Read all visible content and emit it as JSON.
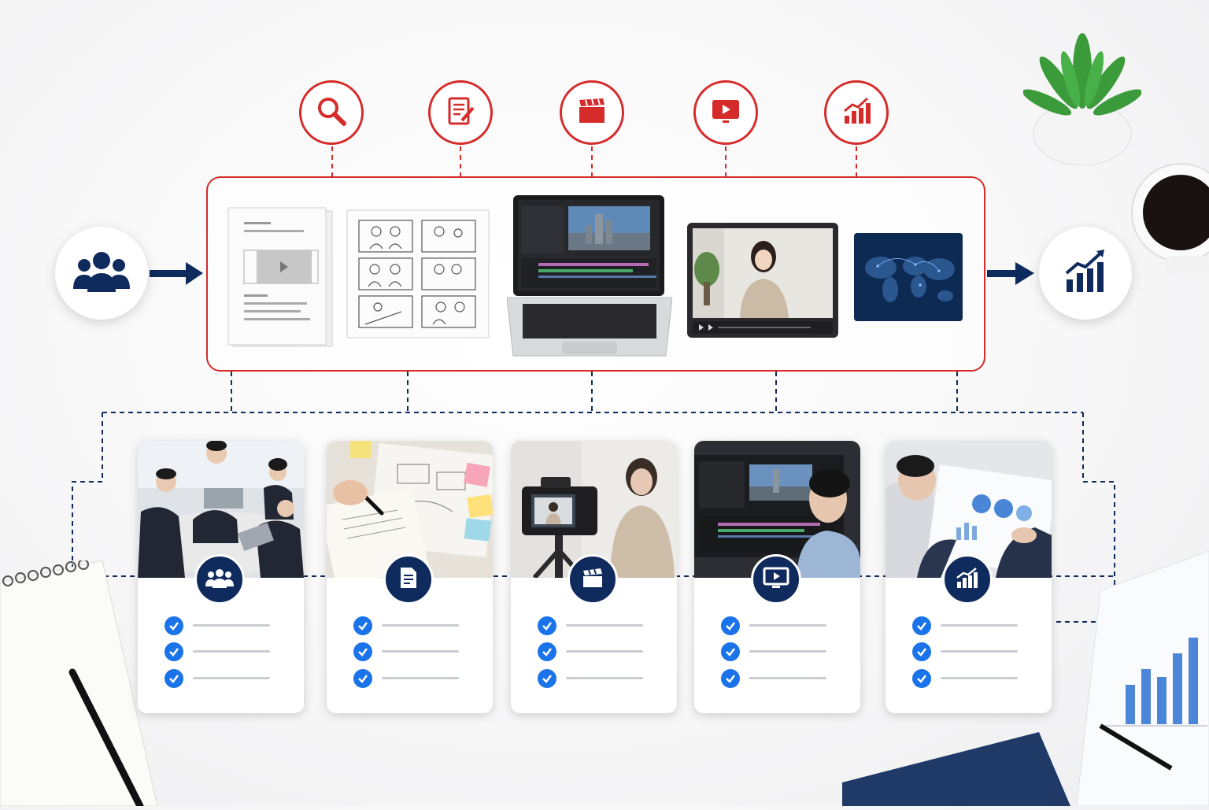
{
  "diagram": {
    "input_node": {
      "icon": "people-icon"
    },
    "output_node": {
      "icon": "bar-chart-growth-icon"
    },
    "stages": [
      {
        "icon": "search-icon"
      },
      {
        "icon": "document-edit-icon"
      },
      {
        "icon": "clapperboard-icon"
      },
      {
        "icon": "video-play-icon"
      },
      {
        "icon": "bar-chart-growth-icon"
      }
    ],
    "process_items": [
      {
        "name": "script-document",
        "icon": "document-icon"
      },
      {
        "name": "storyboard-sheet",
        "icon": "storyboard-icon"
      },
      {
        "name": "editing-laptop",
        "icon": "laptop-icon"
      },
      {
        "name": "presenter-video",
        "icon": "video-player-icon"
      },
      {
        "name": "world-map-screen",
        "icon": "world-map-icon"
      }
    ],
    "cards": [
      {
        "photo": "team-meeting-photo",
        "icon": "people-icon",
        "checks": 3
      },
      {
        "photo": "planning-notes-photo",
        "icon": "document-icon",
        "checks": 3
      },
      {
        "photo": "camera-filming-photo",
        "icon": "clapperboard-icon",
        "checks": 3
      },
      {
        "photo": "video-editing-photo",
        "icon": "monitor-play-icon",
        "checks": 3
      },
      {
        "photo": "analytics-review-photo",
        "icon": "bar-chart-growth-icon",
        "checks": 3
      }
    ],
    "colors": {
      "accent_red": "#d62b2b",
      "navy": "#0f2a5c",
      "check_blue": "#1a73e8"
    }
  }
}
